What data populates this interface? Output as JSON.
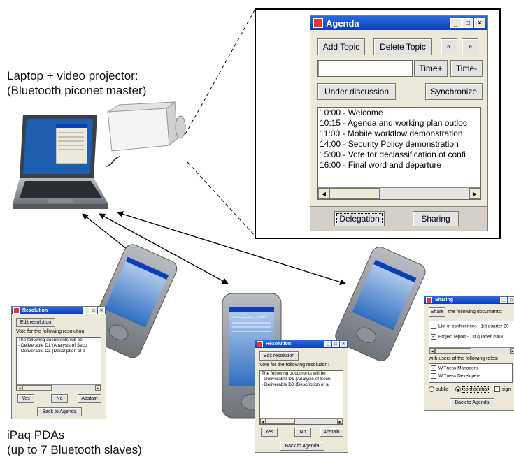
{
  "captions": {
    "laptop_line1": "Laptop + video projector:",
    "laptop_line2": "(Bluetooth piconet master)",
    "pdas_line1": "iPaq PDAs",
    "pdas_line2": "(up to 7 Bluetooth slaves)"
  },
  "agenda": {
    "title": "Agenda",
    "add_topic": "Add Topic",
    "delete_topic": "Delete Topic",
    "prev": "«",
    "next": "»",
    "time_plus": "Time+",
    "time_minus": "Time-",
    "under_discussion": "Under discussion",
    "synchronize": "Synchronize",
    "items": [
      "10:00 - Welcome",
      "10:15 - Agenda and working plan outloc",
      "11:00 - Mobile workflow demonstration",
      "14:00 - Security Policy demonstration",
      "15:00 - Vote for declassification of confi",
      "16:00 - Final word and departure"
    ],
    "delegation": "Delegation",
    "sharing": "Sharing"
  },
  "resolution": {
    "title": "Resolution",
    "edit_resolution": "Edit resolution",
    "vote_label": "Vote for the following resolution:",
    "items": [
      "The following documents will be",
      "- Deliverable D1 (Analysis of Secu",
      "- Deliverable D3 (Description of a"
    ],
    "yes": "Yes",
    "no": "No",
    "abstain": "Abstain",
    "back": "Back to Agenda"
  },
  "sharing_win": {
    "title": "Sharing",
    "share": "Share",
    "docs_label": "the following documents:",
    "doc1": "List of conferences - 1st quarter 20",
    "doc2": "Project report - 1st quarter 2003",
    "roles_label": "with users of the following roles:",
    "role1": "WiTness Managers",
    "role2": "WiTness Developers",
    "public": "public",
    "confidential": "confidential",
    "signed": "sign",
    "back": "Back to Agenda"
  },
  "pda_screen": {
    "date": "Wednesday, May 21, 2003"
  },
  "colors": {
    "titlebar": "#0a3fb8",
    "window_bg": "#ece9d8",
    "arrow": "#000000"
  }
}
